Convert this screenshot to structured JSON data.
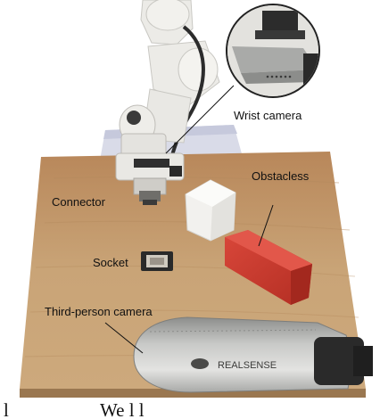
{
  "labels": {
    "wrist_camera": "Wrist camera",
    "obstacles": "Obstacless",
    "connector": "Connector",
    "socket": "Socket",
    "third_person_camera": "Third-person camera"
  },
  "camera_brand": "REALSENSE",
  "caption_partial": {
    "left": "l",
    "right": "We     l                 l"
  },
  "colors": {
    "table_wood": "#c9a477",
    "table_shadow": "#8a6a45",
    "robot_white": "#ecebe7",
    "robot_dark": "#2c2c2c",
    "obstacle_red": "#c93a2c",
    "foam_white": "#f2f1ee",
    "camera_silver": "#b9bab8",
    "background": "#ffffff"
  }
}
